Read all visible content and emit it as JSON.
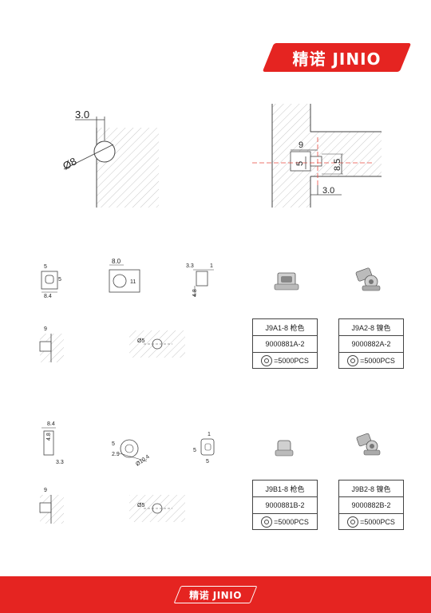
{
  "brand": {
    "name": "精诺 JINIO",
    "accent": "#e52421"
  },
  "top_left": {
    "dim_offset": "3.0",
    "dim_diameter": "Ø8"
  },
  "top_right": {
    "dim_a": "9",
    "dim_b": "5",
    "dim_c": "8.5",
    "dim_d": "3.0"
  },
  "row_a": {
    "d1": {
      "a": "5",
      "b": "5",
      "c": "8.4"
    },
    "d2": {
      "a": "8.0",
      "b": "11"
    },
    "d3": {
      "a": "3.3",
      "b": "1",
      "c": "4.8"
    },
    "d4": {
      "a": "9"
    },
    "d5": {
      "a": "Ø5"
    }
  },
  "row_b": {
    "d1": {
      "a": "8.4",
      "b": "4.8",
      "c": "3.3"
    },
    "d2": {
      "a": "5",
      "b": "2.9",
      "c": "Ø10.4"
    },
    "d3": {
      "a": "1",
      "b": "5",
      "c": "5"
    },
    "d4": {
      "a": "9"
    },
    "d5": {
      "a": "Ø5"
    }
  },
  "cards": [
    {
      "model": "J9A1-8 枪色",
      "code": "9000881A-2",
      "qty": "=5000PCS"
    },
    {
      "model": "J9A2-8 镍色",
      "code": "9000882A-2",
      "qty": "=5000PCS"
    },
    {
      "model": "J9B1-8 枪色",
      "code": "9000881B-2",
      "qty": "=5000PCS"
    },
    {
      "model": "J9B2-8 镍色",
      "code": "9000882B-2",
      "qty": "=5000PCS"
    }
  ]
}
